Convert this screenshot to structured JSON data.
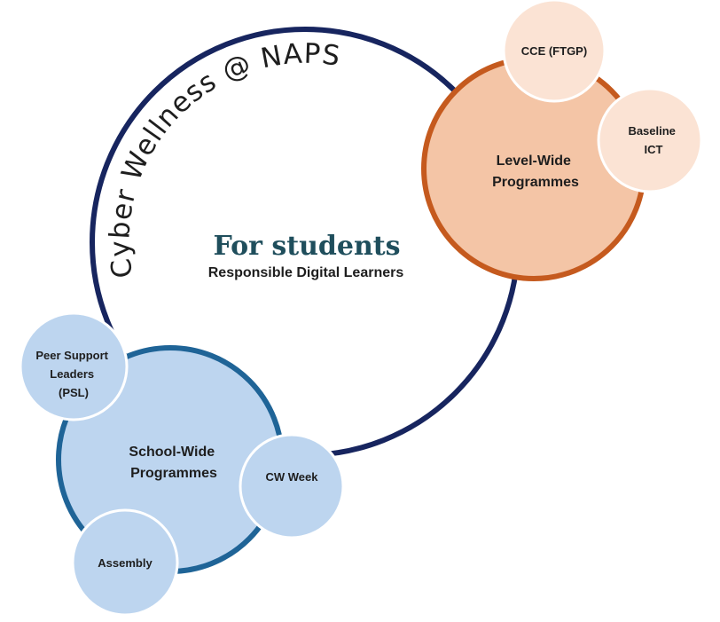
{
  "title": "Cyber Wellness @ NAPS",
  "center": {
    "heading": "For students",
    "subheading": "Responsible Digital Learners"
  },
  "groups": {
    "level_wide": {
      "label_lines": [
        "Level-Wide",
        "Programmes"
      ],
      "fill": "#f4c5a6",
      "stroke": "#c55a1e",
      "items": {
        "cce": {
          "label_lines": [
            "CCE (FTGP)"
          ],
          "fill": "#fbe3d4"
        },
        "baseline": {
          "label_lines": [
            "Baseline",
            "ICT"
          ],
          "fill": "#fbe3d4"
        }
      }
    },
    "school_wide": {
      "label_lines": [
        "School-Wide",
        "Programmes"
      ],
      "fill": "#bdd5ef",
      "stroke": "#1f6497",
      "items": {
        "psl": {
          "label_lines": [
            "Peer Support",
            "Leaders",
            "(PSL)"
          ],
          "fill": "#bdd5ef"
        },
        "cw_week": {
          "label_lines": [
            "CW Week"
          ],
          "fill": "#bdd5ef"
        },
        "assembly": {
          "label_lines": [
            "Assembly"
          ],
          "fill": "#bdd5ef"
        }
      }
    }
  },
  "colors": {
    "main_ring": "#17255f",
    "heading": "#1f4e5c",
    "text": "#1e1e1e",
    "white_border": "#ffffff"
  }
}
